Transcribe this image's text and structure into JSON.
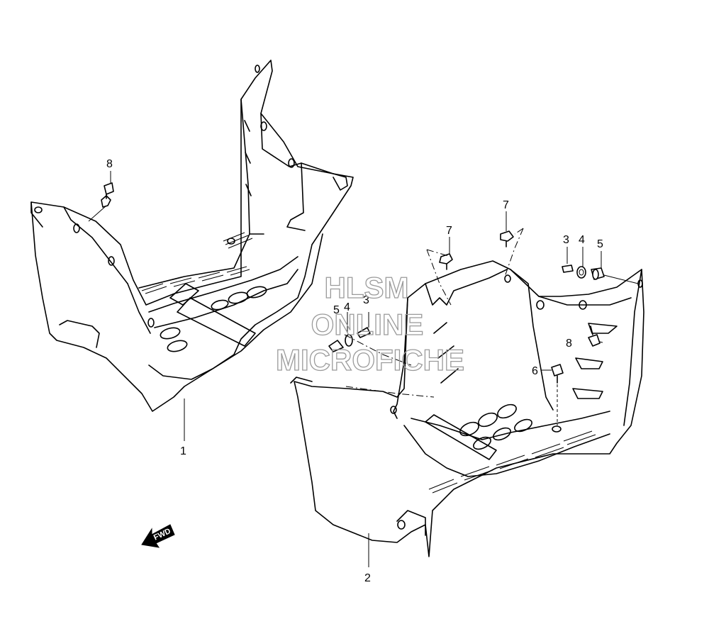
{
  "watermark": {
    "line1": "HLSM",
    "line2": "ONLINE",
    "line3": "MICROFICHE"
  },
  "direction_arrow": {
    "label": "FWD"
  },
  "callouts": [
    {
      "id": "c1",
      "label": "1"
    },
    {
      "id": "c2",
      "label": "2"
    },
    {
      "id": "c3",
      "label": "3"
    },
    {
      "id": "c3b",
      "label": "3"
    },
    {
      "id": "c4",
      "label": "4"
    },
    {
      "id": "c4b",
      "label": "4"
    },
    {
      "id": "c5",
      "label": "5"
    },
    {
      "id": "c5b",
      "label": "5"
    },
    {
      "id": "c6",
      "label": "6"
    },
    {
      "id": "c7a",
      "label": "7"
    },
    {
      "id": "c7b",
      "label": "7"
    },
    {
      "id": "c8a",
      "label": "8"
    },
    {
      "id": "c8b",
      "label": "8"
    }
  ]
}
